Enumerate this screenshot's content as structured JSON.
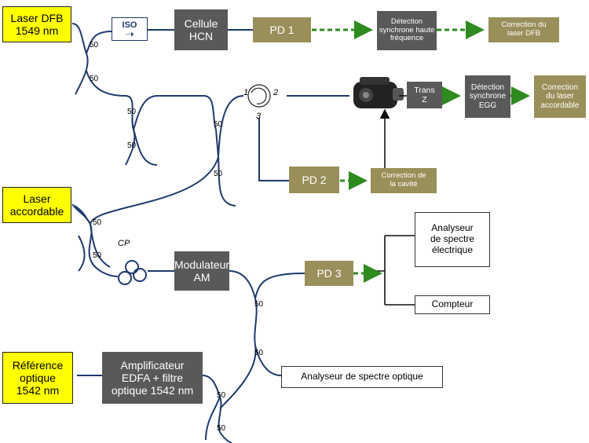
{
  "sources": {
    "laser_dfb": "Laser DFB\n1549 nm",
    "laser_accordable": "Laser\naccordable",
    "reference": "Référence\noptique\n1542 nm"
  },
  "blocks": {
    "iso": "ISO",
    "cellule": "Cellule\nHCN",
    "pd1": "PD 1",
    "detection_hf": "Détection\nsynchrone haute\nfréquence",
    "correction_dfb": "Correction du\nlaser DFB",
    "pd2": "PD 2",
    "correction_cavite": "Correction de\nla cavité",
    "transz": "Trans\nZ",
    "detection_egg": "Détection\nsynchrone\nEGG",
    "correction_accordable": "Correction\ndu laser\naccordable",
    "modulateur": "Modulateur\nAM",
    "pd3": "PD 3",
    "amplificateur": "Amplificateur\nEDFA + filtre\noptique 1542 nm",
    "analyseur_electrique": "Analyseur\nde spectre\nélectrique",
    "compteur": "Compteur",
    "analyseur_optique": "Analyseur de spectre optique"
  },
  "labels": {
    "cp": "CP",
    "circ1": "1",
    "circ2": "2",
    "circ3": "3",
    "c50a": "50",
    "c50b": "50",
    "c50c": "50",
    "c50d": "50",
    "c50e": "50",
    "c50f": "50",
    "c50g": "50",
    "c50h": "50",
    "c50i": "50",
    "c50j": "50",
    "c50k": "50",
    "c50l": "50"
  },
  "colors": {
    "fiber": "#1f3a6e",
    "green_arrow": "#2e8b1f",
    "yellow": "#ffff00",
    "dark_box": "#595959",
    "olive_box": "#998f5a"
  }
}
